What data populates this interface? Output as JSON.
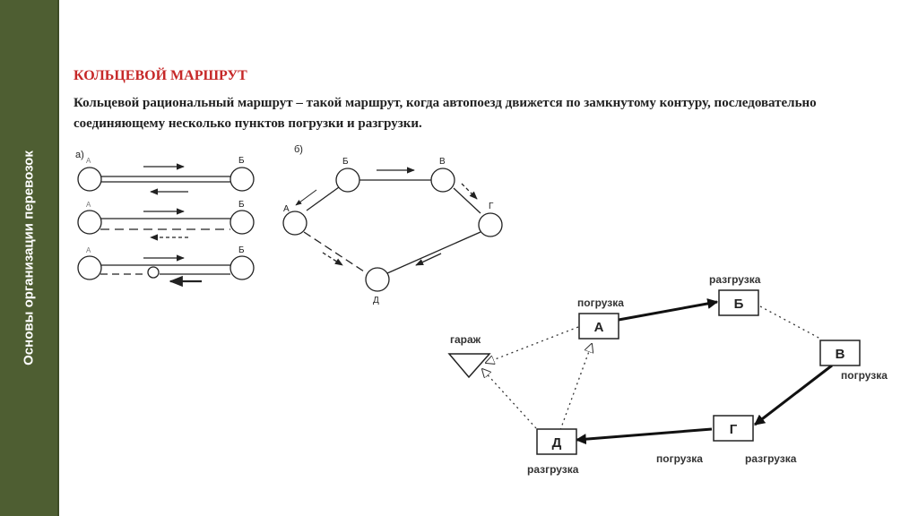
{
  "sidebar": {
    "text": "Основы организации перевозок"
  },
  "slide": {
    "title": "КОЛЬЦЕВОЙ МАРШРУТ",
    "description": "Кольцевой рациональный маршрут – такой маршрут, когда автопоезд движется по замкнутому контуру, последовательно соединяющему несколько пунктов погрузки и разгрузки."
  },
  "diagram_a": {
    "label": "а)",
    "rows": [
      {
        "left": "А",
        "right": "Б"
      },
      {
        "left": "А",
        "right": "Б"
      },
      {
        "left": "А",
        "right": "Б"
      }
    ]
  },
  "diagram_b": {
    "label": "б)",
    "nodes": {
      "a": "А",
      "b": "Б",
      "v": "В",
      "g": "Г",
      "d": "Д"
    }
  },
  "diagram_c": {
    "garage": "гараж",
    "boxes": {
      "a": "А",
      "b": "Б",
      "v": "В",
      "g": "Г",
      "d": "Д"
    },
    "labels": {
      "a": "погрузка",
      "b": "разгрузка",
      "v": "погрузка",
      "g_load": "погрузка",
      "g_unload": "разгрузка",
      "d": "разгрузка"
    }
  }
}
